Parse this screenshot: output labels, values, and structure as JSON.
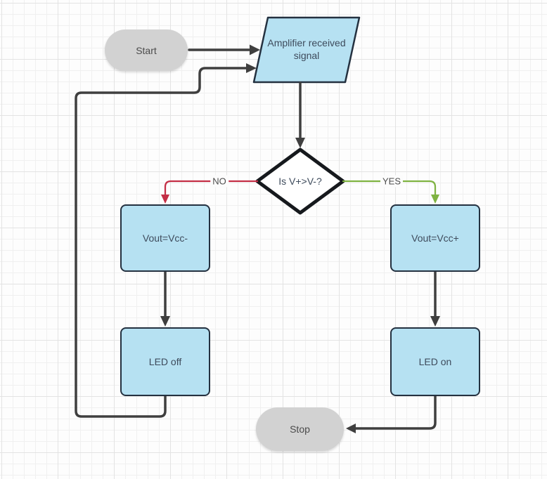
{
  "diagram": {
    "nodes": {
      "start": {
        "label": "Start",
        "shape": "terminator"
      },
      "amplifier": {
        "label": "Amplifier received signal",
        "shape": "parallelogram"
      },
      "decision": {
        "label": "Is V+>V-?",
        "shape": "diamond"
      },
      "vout_vcc_minus": {
        "label": "Vout=Vcc-",
        "shape": "process"
      },
      "vout_vcc_plus": {
        "label": "Vout=Vcc+",
        "shape": "process"
      },
      "led_off": {
        "label": "LED off",
        "shape": "process"
      },
      "led_on": {
        "label": "LED on",
        "shape": "process"
      },
      "stop": {
        "label": "Stop",
        "shape": "terminator"
      }
    },
    "edge_labels": {
      "no": "NO",
      "yes": "YES"
    },
    "edges": [
      {
        "from": "start",
        "to": "amplifier"
      },
      {
        "from": "amplifier",
        "to": "decision"
      },
      {
        "from": "decision",
        "to": "vout_vcc_minus",
        "label": "NO",
        "color": "#c42f46"
      },
      {
        "from": "decision",
        "to": "vout_vcc_plus",
        "label": "YES",
        "color": "#7fb342"
      },
      {
        "from": "vout_vcc_minus",
        "to": "led_off"
      },
      {
        "from": "vout_vcc_plus",
        "to": "led_on"
      },
      {
        "from": "led_off",
        "to": "amplifier"
      },
      {
        "from": "led_on",
        "to": "stop"
      }
    ],
    "colors": {
      "process_fill": "#b6e1f2",
      "terminator_fill": "#d2d2d2",
      "decision_fill": "#ffffff",
      "shape_border": "#243140",
      "connector": "#3f3f3f",
      "no_branch": "#c42f46",
      "yes_branch": "#7fb342",
      "shape_text": "#3e4b5c",
      "edge_label_text": "#4c4c4c"
    }
  }
}
